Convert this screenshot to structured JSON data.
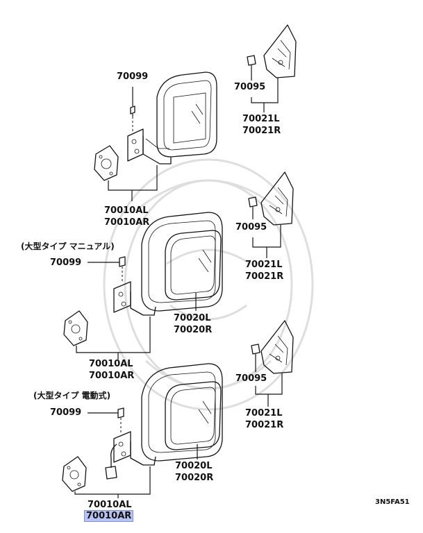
{
  "diagram": {
    "labels": {
      "a1_70099": "70099",
      "a1_70010AL": "70010AL",
      "a1_70010AR": "70010AR",
      "b_70095_1": "70095",
      "b_70021L_1": "70021L",
      "b_70021R_1": "70021R",
      "b_70095_2": "70095",
      "b_70021L_2": "70021L",
      "b_70021R_2": "70021R",
      "b_70095_3": "70095",
      "b_70021L_3": "70021L",
      "b_70021R_3": "70021R",
      "a2_note": "(大型タイプ マニュアル)",
      "a2_70099": "70099",
      "a2_70020L": "70020L",
      "a2_70020R": "70020R",
      "a2_70010AL": "70010AL",
      "a2_70010AR": "70010AR",
      "a3_note": "(大型タイプ 電動式)",
      "a3_70099": "70099",
      "a3_70020L": "70020L",
      "a3_70020R": "70020R",
      "a3_70010AL": "70010AL",
      "a3_70010AR": "70010AR",
      "figure_code": "3N5FA51"
    }
  }
}
